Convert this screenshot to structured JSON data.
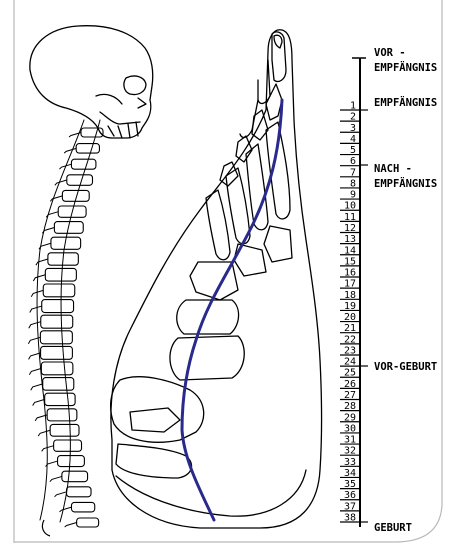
{
  "scale": {
    "labels": {
      "pre_conception": [
        "VOR -",
        "EMPFÄNGNIS"
      ],
      "conception": "EMPFÄNGNIS",
      "post_conception": [
        "NACH -",
        "EMPFÄNGNIS"
      ],
      "pre_birth": "VOR-GEBURT",
      "birth": "GEBURT"
    },
    "numbers": [
      "1",
      "2",
      "3",
      "4",
      "5",
      "6",
      "7",
      "8",
      "9",
      "10",
      "11",
      "12",
      "13",
      "14",
      "15",
      "16",
      "17",
      "18",
      "19",
      "20",
      "21",
      "22",
      "23",
      "24",
      "25",
      "26",
      "27",
      "28",
      "29",
      "30",
      "31",
      "32",
      "33",
      "34",
      "35",
      "36",
      "37",
      "38"
    ]
  },
  "colors": {
    "line": "#000000",
    "curve": "#2a2a8c",
    "border": "#b9b9b9"
  },
  "icons": {
    "skeleton": "spine-skeleton-illustration",
    "foot": "foot-illustration"
  }
}
